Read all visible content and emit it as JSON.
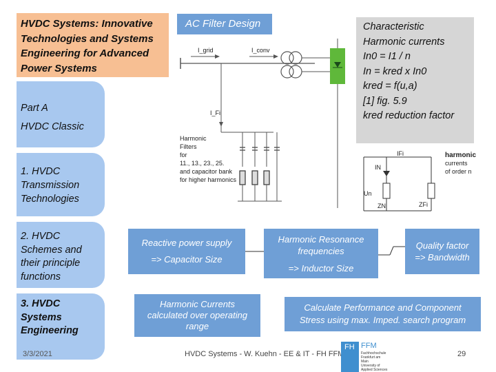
{
  "title_box": {
    "lines": [
      "HVDC Systems: Innovative",
      "Technologies and Systems",
      "Engineering for Advanced",
      "Power Systems"
    ]
  },
  "sidebar": {
    "part_a": "Part A",
    "hvdc_classic": "HVDC Classic",
    "item1": [
      "1. HVDC",
      "Transmission",
      "Technologies"
    ],
    "item2": [
      "2. HVDC",
      "Schemes and",
      "their principle",
      "functions"
    ],
    "item3": [
      "3. HVDC",
      "Systems",
      "Engineering"
    ]
  },
  "ac_filter": "AC Filter Design",
  "characteristic": {
    "line1": "Characteristic",
    "line2": "Harmonic currents",
    "line3": "In0 = I1 / n",
    "line4": "In = kred x In0",
    "line5": "kred = f(u,a)",
    "line6": "[1] fig. 5.9",
    "line7": "kred reduction factor"
  },
  "diagram": {
    "i_grid": "I_grid",
    "i_conv": "I_conv",
    "i_fi": "I_Fi",
    "filters_text": [
      "Harmonic",
      "Filters",
      "for",
      "11., 13., 23., 25.",
      "and capacitor bank",
      "for higher harmonics"
    ]
  },
  "small_diagram": {
    "ifi": "IFi",
    "in": "IN",
    "un": "Un",
    "zn": "ZN",
    "zfi": "ZFi",
    "harmonic_text": [
      "harmonic",
      "currents",
      "of order n"
    ]
  },
  "boxes": {
    "reactive": [
      "Reactive power supply",
      "=> Capacitor Size"
    ],
    "resonance": [
      "Harmonic Resonance",
      "frequencies",
      "=> Inductor Size"
    ],
    "quality": [
      "Quality factor",
      "=> Bandwidth"
    ],
    "harmonic_currents": [
      "Harmonic Currents",
      "calculated over operating",
      "range"
    ],
    "calculate": [
      "Calculate Performance and Component",
      "Stress using max. Imped. search program"
    ]
  },
  "footer": {
    "date": "3/3/2021",
    "text": "HVDC Systems - W. Kuehn - EE & IT - FH FFM",
    "page": "29"
  },
  "logo": {
    "fh": "FH",
    "ffm": "FFM",
    "small": [
      "Fachhochschule",
      "Frankfurt am Main",
      "University of",
      "Applied Sciences"
    ]
  },
  "colors": {
    "title_bg": "#f7bf93",
    "sidebar_bg": "#a8c8ef",
    "box_blue": "#6f9fd6",
    "char_bg": "#d6d6d6",
    "converter_green": "#5fb83a"
  }
}
